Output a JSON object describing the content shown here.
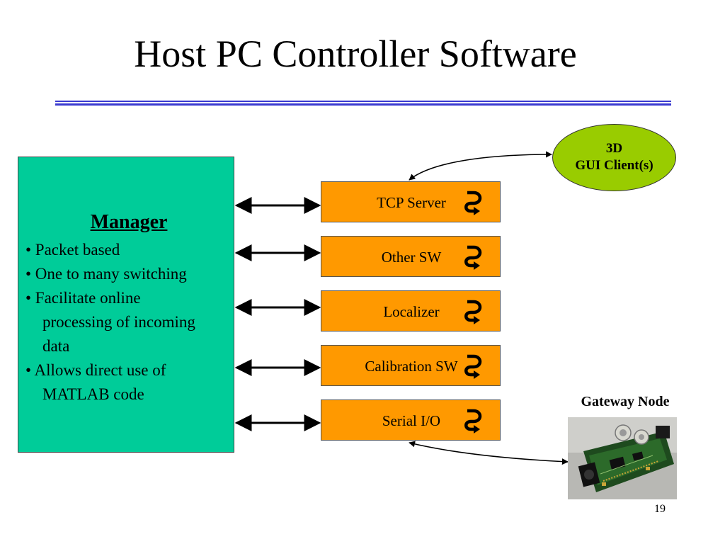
{
  "slide": {
    "title": "Host PC Controller Software",
    "page_number": "19"
  },
  "manager": {
    "heading": "Manager",
    "bullets": [
      {
        "line": "• Packet based"
      },
      {
        "line": "• One to many switching"
      },
      {
        "line": "• Facilitate online",
        "cont": [
          "processing of incoming",
          "data"
        ]
      },
      {
        "line": "• Allows direct use of",
        "cont": [
          "MATLAB code"
        ]
      }
    ]
  },
  "modules": [
    {
      "label": "TCP Server"
    },
    {
      "label": "Other SW"
    },
    {
      "label": "Localizer"
    },
    {
      "label": "Calibration SW"
    },
    {
      "label": "Serial I/O"
    }
  ],
  "client": {
    "line1": "3D",
    "line2": "GUI Client(s)"
  },
  "gateway": {
    "label": "Gateway Node"
  },
  "colors": {
    "manager_fill": "#00cc99",
    "module_fill": "#ff9900",
    "client_fill": "#99cc00",
    "rule": "#3a3ad0"
  },
  "icons": {
    "module_loop": "loop-arrow-icon",
    "link": "double-arrow-icon"
  }
}
